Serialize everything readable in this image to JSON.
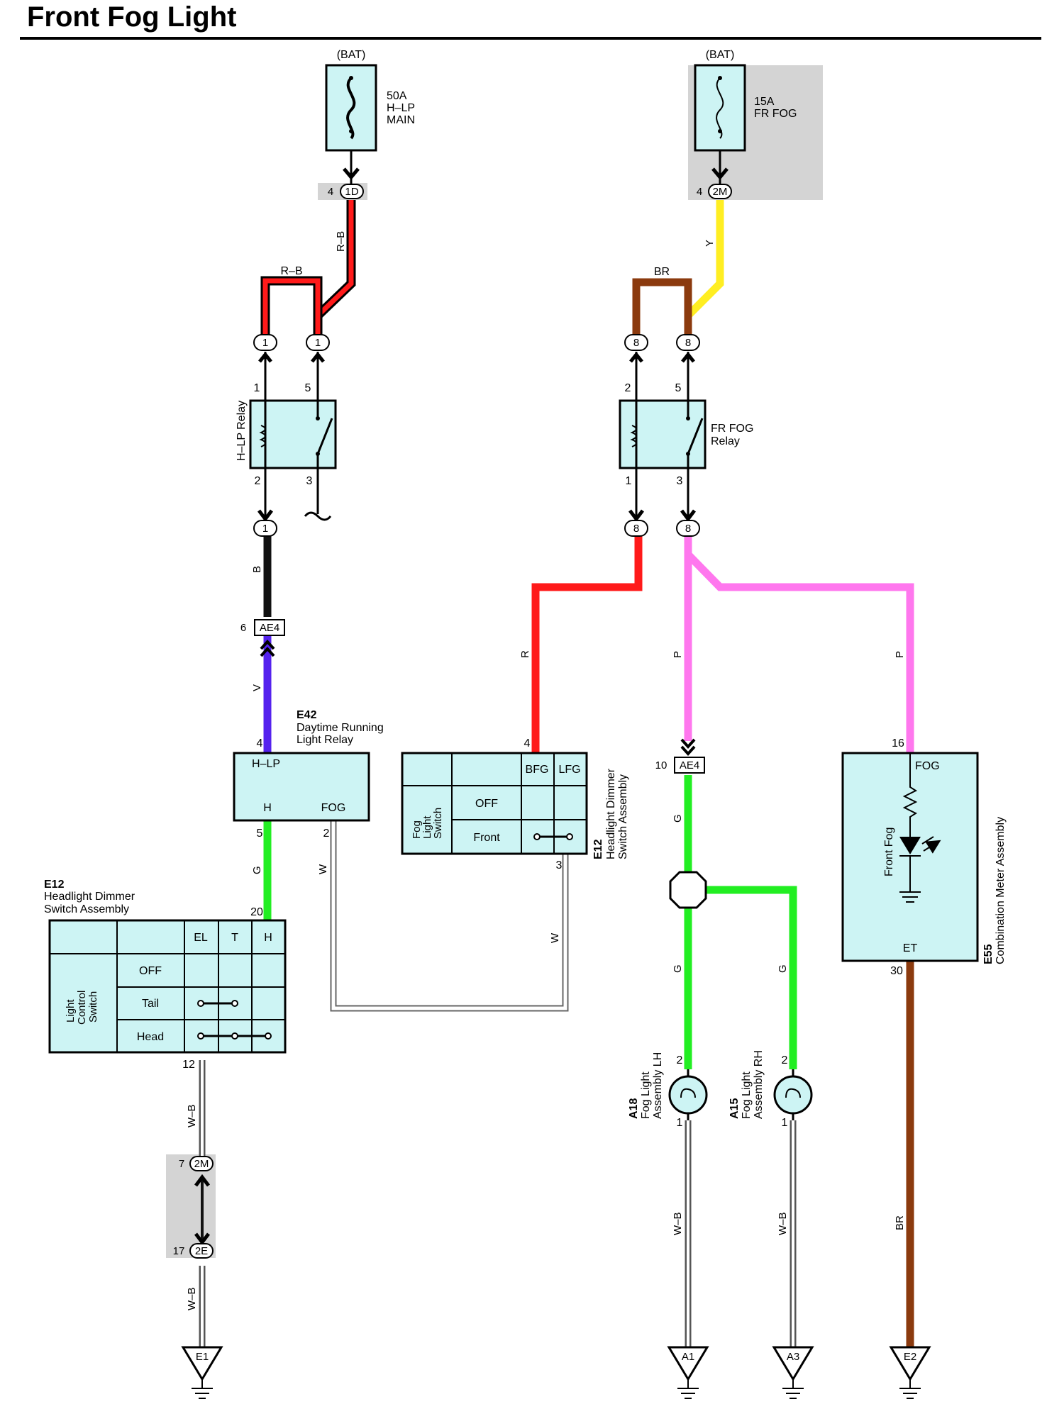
{
  "title": "Front Fog Light",
  "colors": {
    "box_fill": "#cdf4f4",
    "shade": "#d4d4d4",
    "red": "#ff1a1a",
    "yellow": "#ffee22",
    "brown": "#8b3a0e",
    "black": "#111111",
    "violet": "#5522ee",
    "green": "#22ee22",
    "pink": "#ff77ee"
  },
  "power": {
    "left": {
      "source": "(BAT)",
      "fuse": [
        "50A",
        "H–LP",
        "MAIN"
      ],
      "pin": "4",
      "conn": "1D"
    },
    "right": {
      "source": "(BAT)",
      "fuse": [
        "15A",
        "FR FOG"
      ],
      "pin": "4",
      "conn": "2M"
    }
  },
  "wires": {
    "rb_vert": "R–B",
    "rb_loop": "R–B",
    "y": "Y",
    "br_loop": "BR",
    "b": "B",
    "v": "V",
    "r": "R",
    "p_left": "P",
    "p_right": "P",
    "g_dimmer": "G",
    "w_left": "W",
    "w_right": "W",
    "g_upper": "G",
    "g_lower_lh": "G",
    "g_lower_rh": "G",
    "wb_1": "W–B",
    "wb_2": "W–B",
    "wb_lh": "W–B",
    "wb_rh": "W–B",
    "br_ground": "BR"
  },
  "hlp_relay": {
    "name": "H–LP Relay",
    "pins": [
      "1",
      "5",
      "2",
      "3"
    ],
    "conn_top_1": "1",
    "conn_top_2": "1",
    "conn_bottom": "1"
  },
  "fog_relay": {
    "name_1": "FR FOG",
    "name_2": "Relay",
    "pins": [
      "2",
      "5",
      "1",
      "3"
    ],
    "conn": "8"
  },
  "ae4_top": {
    "pin": "6",
    "label": "AE4"
  },
  "ae4_right": {
    "pin": "10",
    "label": "AE4"
  },
  "drl_relay": {
    "id": "E42",
    "name_1": "Daytime Running",
    "name_2": "Light Relay",
    "pin_in": "4",
    "term_in": "H–LP",
    "term_h": "H",
    "term_fog": "FOG",
    "pin_h": "5",
    "pin_fog": "2"
  },
  "fog_switch": {
    "id": "E12",
    "name_1": "Headlight Dimmer",
    "name_2": "Switch Assembly",
    "label": [
      "Fog",
      "Light",
      "Switch"
    ],
    "cols": [
      "BFG",
      "LFG"
    ],
    "rows": [
      "OFF",
      "Front"
    ],
    "pin_in": "4",
    "pin_out": "3"
  },
  "light_switch": {
    "id": "E12",
    "name_1": "Headlight Dimmer",
    "name_2": "Switch Assembly",
    "label": [
      "Light",
      "Control",
      "Switch"
    ],
    "cols": [
      "EL",
      "T",
      "H"
    ],
    "rows": [
      "OFF",
      "Tail",
      "Head"
    ],
    "pin_in": "20",
    "pin_out": "12"
  },
  "meter": {
    "id": "E55",
    "name": "Combination Meter Assembly",
    "term_fog": "FOG",
    "term_et": "ET",
    "lamp": "Front Fog",
    "pin_in": "16",
    "pin_out": "30"
  },
  "fog_lh": {
    "id": "A18",
    "name_1": "Fog Light",
    "name_2": "Assembly LH",
    "pin_in": "2",
    "pin_out": "1"
  },
  "fog_rh": {
    "id": "A15",
    "name_1": "Fog Light",
    "name_2": "Assembly RH",
    "pin_in": "2",
    "pin_out": "1"
  },
  "conn_2m": {
    "pin": "7",
    "label": "2M"
  },
  "conn_2e": {
    "pin": "17",
    "label": "2E"
  },
  "grounds": [
    "E1",
    "A1",
    "A3",
    "E2"
  ]
}
